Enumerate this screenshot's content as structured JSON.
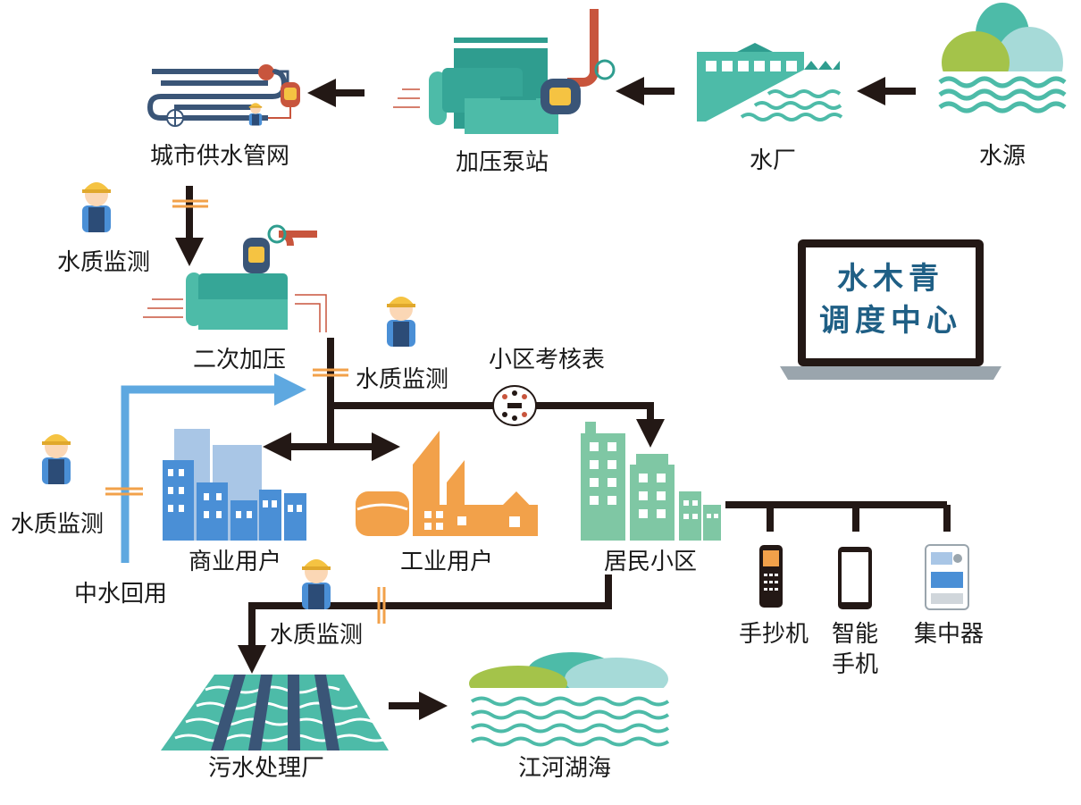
{
  "nodes": {
    "water_source": "水源",
    "water_plant": "水厂",
    "booster_station": "加压泵站",
    "city_network": "城市供水管网",
    "secondary_boost": "二次加压",
    "commercial": "商业用户",
    "industrial": "工业用户",
    "residential": "居民小区",
    "sewage_plant": "污水处理厂",
    "rivers_lakes": "江河湖海"
  },
  "labels": {
    "quality_1": "水质监测",
    "quality_2": "水质监测",
    "quality_3": "水质监测",
    "quality_4": "水质监测",
    "reclaimed": "中水回用",
    "community_meter": "小区考核表"
  },
  "devices": {
    "handheld": "手抄机",
    "smartphone_line1": "智能",
    "smartphone_line2": "手机",
    "concentrator": "集中器"
  },
  "dispatch_center": {
    "line1": "水木青",
    "line2": "调度中心"
  },
  "colors": {
    "teal": "#4dbba8",
    "dark_teal": "#2f9d8f",
    "blue": "#4a8fd6",
    "light_blue": "#a9c6e6",
    "orange": "#f2a14a",
    "green": "#7fc7a4",
    "arrow": "#231815",
    "reclaimed_blue": "#5ea8e0",
    "pipe_red": "#c8553d",
    "pipe_navy": "#3a5577"
  }
}
